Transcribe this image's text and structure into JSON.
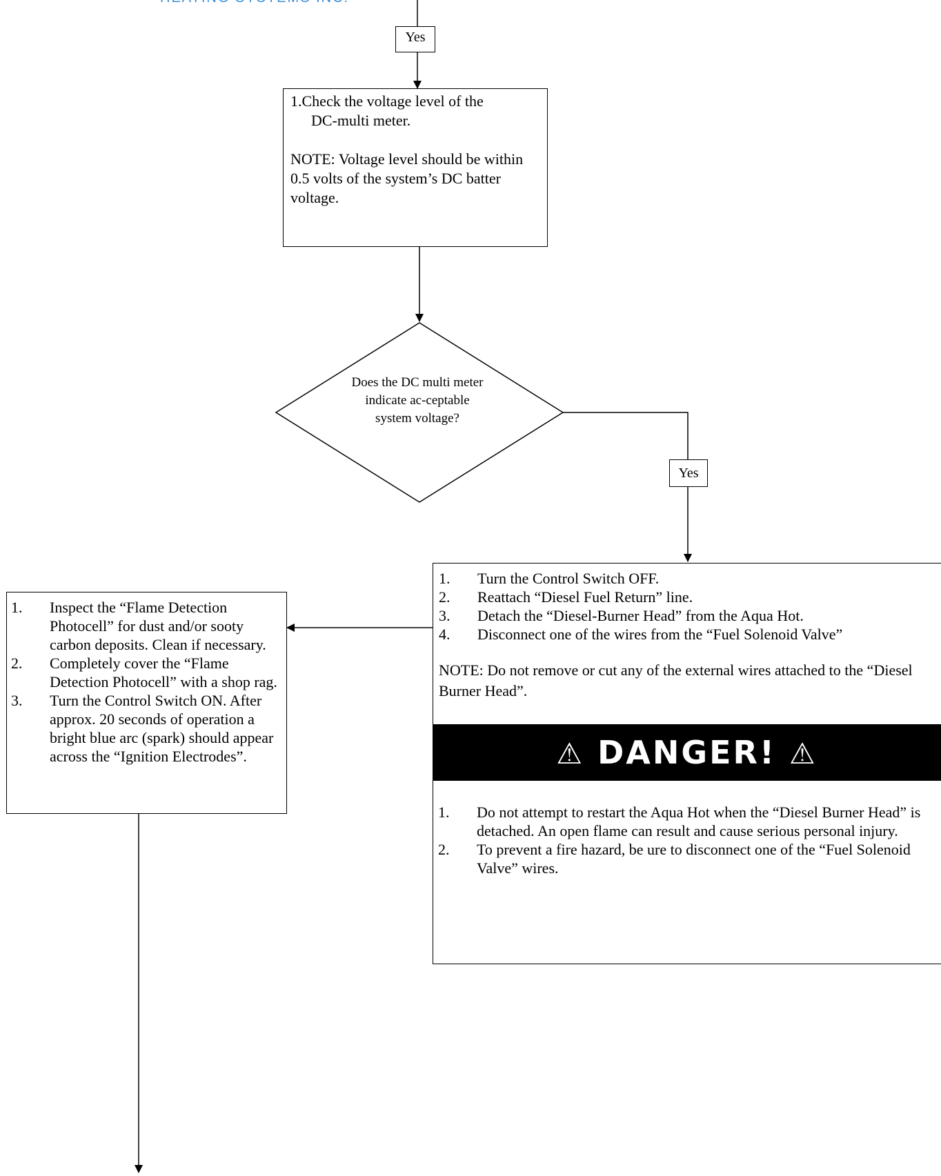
{
  "header": {
    "brand_text": "HEATING SYSTEMS INC."
  },
  "yes_label_top": "Yes",
  "step1_box": {
    "line1": "1.Check the voltage level of the",
    "line2": "DC-multi meter.",
    "note": "NOTE:  Voltage level should be within 0.5 volts of the system’s DC batter voltage."
  },
  "decision": {
    "question": "Does the DC multi meter indicate ac-ceptable system voltage?"
  },
  "yes_label_right": "Yes",
  "right_box": {
    "steps": [
      {
        "num": "1.",
        "text": "Turn the Control Switch OFF."
      },
      {
        "num": "2.",
        "text": "Reattach “Diesel Fuel Return” line."
      },
      {
        "num": "3.",
        "text": "Detach the “Diesel-Burner Head” from the Aqua Hot."
      },
      {
        "num": "4.",
        "text": "Disconnect one of the wires from the “Fuel Solenoid Valve”"
      }
    ],
    "note": "NOTE:  Do not remove or cut any of the external wires attached to the “Diesel Burner Head”."
  },
  "danger": {
    "title": "DANGER!",
    "icon": "warning-triangle-icon",
    "steps": [
      {
        "num": "1.",
        "text": "Do not attempt to restart the Aqua Hot when the “Diesel Burner Head” is detached.  An open flame can result and cause serious personal injury."
      },
      {
        "num": "2.",
        "text": "To prevent a fire hazard, be ure to disconnect one of the “Fuel Solenoid Valve” wires."
      }
    ]
  },
  "left_box": {
    "steps": [
      {
        "num": "1.",
        "text": "Inspect the “Flame Detection Photocell” for dust and/or sooty carbon deposits.  Clean if necessary."
      },
      {
        "num": "2.",
        "text": "Completely cover the “Flame Detection Photocell” with a shop rag."
      },
      {
        "num": "3.",
        "text": "Turn the Control Switch ON. After approx. 20 seconds of operation a bright blue arc (spark) should appear across the “Ignition Electrodes”."
      }
    ]
  }
}
